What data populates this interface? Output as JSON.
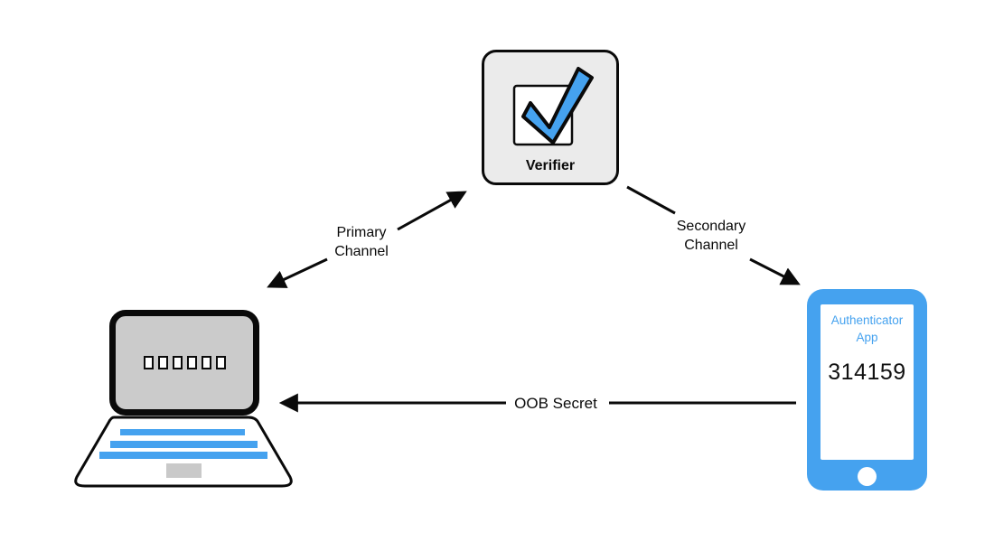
{
  "diagram": {
    "type": "flow-diagram",
    "background": "#ffffff",
    "accent_blue": "#45a2ef",
    "verifier": {
      "label": "Verifier",
      "icon": "checkbox-checked-icon"
    },
    "laptop": {
      "code_boxes": 6
    },
    "phone": {
      "app_name": "Authenticator\nApp",
      "otp_code": "314159"
    },
    "arrows": [
      {
        "label": "Primary\nChannel",
        "from": "laptop",
        "to": "verifier",
        "bidirectional": true
      },
      {
        "label": "Secondary\nChannel",
        "from": "verifier",
        "to": "phone",
        "bidirectional": false
      },
      {
        "label": "OOB Secret",
        "from": "phone",
        "to": "laptop",
        "bidirectional": false
      }
    ]
  }
}
